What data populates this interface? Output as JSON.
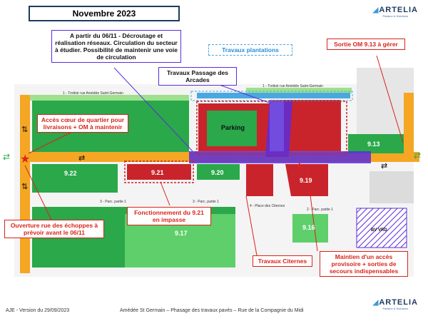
{
  "header": {
    "title": "Novembre 2023"
  },
  "brand": {
    "name": "ARTELIA",
    "tagline": "Passion & Solutions"
  },
  "callouts": {
    "decroutage": "A partir du 06/11 - Décroutage et réalisation réseaux. Circulation du secteur à étudier. Possibilité de maintenir une voie de circulation",
    "plantations": "Travaux plantations",
    "sortie_om": "Sortie OM 9.13 à gérer",
    "passage_arcades": "Travaux Passage des Arcades",
    "acces_coeur": "Accès cœur de quartier pour livraisons + OM à maintenir",
    "fonctionnement": "Fonctionnement du 9.21 en impasse",
    "ouverture": "Ouverture rue des échoppes à prévoir avant le 06/11",
    "citernes": "Travaux Citernes",
    "maintien": "Maintien d'un accès provisoire + sorties de secours indispensables"
  },
  "map": {
    "lots": [
      "Parking",
      "9.13",
      "9.22",
      "9.21",
      "9.20",
      "9.19",
      "9.16",
      "9.17"
    ],
    "street_labels": {
      "trottoir_left": "1 - Trottoir rue Amédée Saint-Germain",
      "trottoir_right": "1 - Trottoir rue Amédée Saint-Germain",
      "place_citernes": "4 - Place des Citernes",
      "parc_3a": "3 - Parc. partie 1",
      "parc_3b": "3 - Parc. partie 1",
      "parc_2": "2 - Parc. partie 1"
    },
    "hatched_label": "BV VRD",
    "colors": {
      "lot_green": "#2aa84a",
      "lot_light_green": "#5fcf6b",
      "lot_red": "#c9242b",
      "road_orange": "#f5a623",
      "works_blue": "#5a2ddb",
      "plantation_blue": "#4aa8e0",
      "callout_red": "#d9241b"
    }
  },
  "footer": {
    "left": "AJE - Version du 29/09/2023",
    "center": "Amédée St Germain – Phasage des travaux pavés – Rue de la Compagnie du Midi"
  }
}
